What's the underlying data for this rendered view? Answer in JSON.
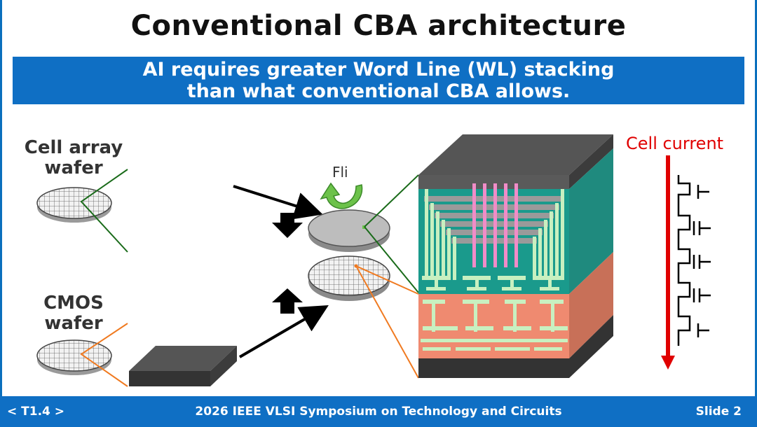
{
  "title": "Conventional CBA architecture",
  "banner": {
    "line1": "AI requires greater Word Line (WL) stacking",
    "line2": "than what conventional CBA allows."
  },
  "labels": {
    "cell_array_line1": "Cell array",
    "cell_array_line2": "wafer",
    "cmos_line1": "CMOS",
    "cmos_line2": "wafer",
    "flip": "Fli",
    "cell_current": "Cell current"
  },
  "footer": {
    "left": "< T1.4 >",
    "center": "2026 IEEE VLSI Symposium on Technology and Circuits",
    "right": "Slide 2"
  },
  "colors": {
    "brand_blue": "#0f6fc4",
    "teal": "#1a9a8c",
    "salmon": "#ef8a70",
    "current_red": "#e00000",
    "flip_green": "#6cc24a"
  }
}
